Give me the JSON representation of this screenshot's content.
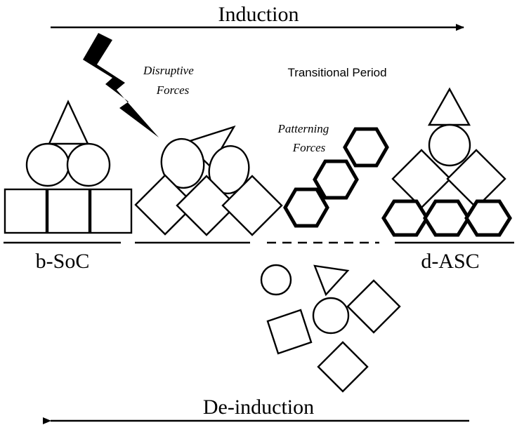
{
  "top_label": "Induction",
  "bottom_label": "De-induction",
  "left_label": "b-SoC",
  "right_label": "d-ASC",
  "middle_label": "Transitional Period",
  "disruptive_label": [
    "Disruptive",
    "Forces"
  ],
  "patterning_label": [
    "Patterning",
    "Forces"
  ],
  "colors": {
    "ink": "#000000",
    "paper": "#ffffff"
  },
  "icons": [
    "lightning-bolt-icon",
    "triangle-icon",
    "circle-icon",
    "square-icon",
    "diamond-icon",
    "hexagon-icon"
  ]
}
